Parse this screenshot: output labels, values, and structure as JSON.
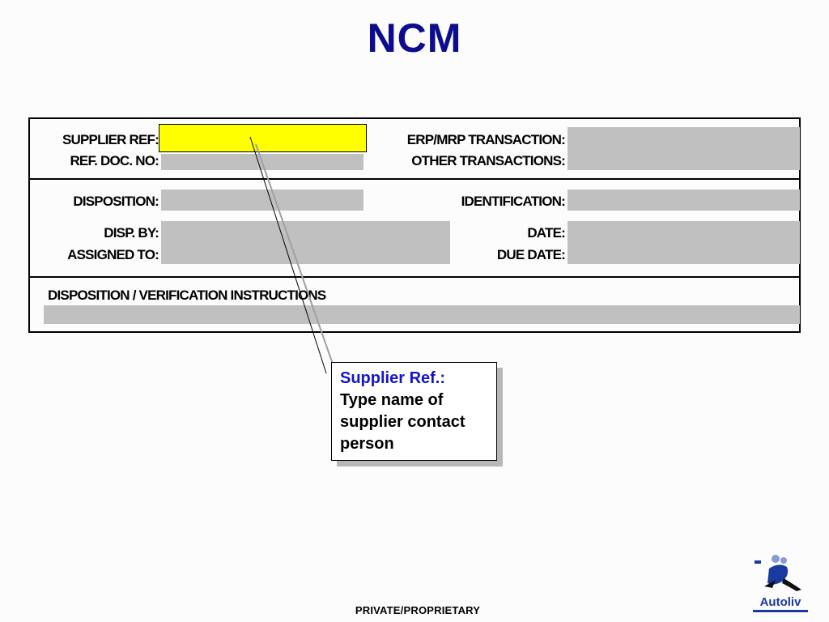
{
  "slide": {
    "title": "NCM",
    "footer": "PRIVATE/PROPRIETARY"
  },
  "form": {
    "supplier_ref_label": "SUPPLIER REF:",
    "ref_doc_no_label": "REF. DOC. NO:",
    "erp_mrp_transaction_label": "ERP/MRP TRANSACTION:",
    "other_transactions_label": "OTHER TRANSACTIONS:",
    "disposition_label": "DISPOSITION:",
    "identification_label": "IDENTIFICATION:",
    "disp_by_label": "DISP. BY:",
    "assigned_to_label": "ASSIGNED TO:",
    "date_label": "DATE:",
    "due_date_label": "DUE DATE:",
    "instructions_label": "DISPOSITION / VERIFICATION INSTRUCTIONS"
  },
  "callout": {
    "heading": "Supplier Ref.:",
    "body": "Type name of supplier contact person"
  },
  "logo": {
    "brand": "Autoliv",
    "brand_color": "#1a3aa0"
  },
  "colors": {
    "title": "#0c0c8c",
    "field": "#c0c0c0",
    "highlight": "#ffff00",
    "callout_heading": "#1414c8"
  }
}
